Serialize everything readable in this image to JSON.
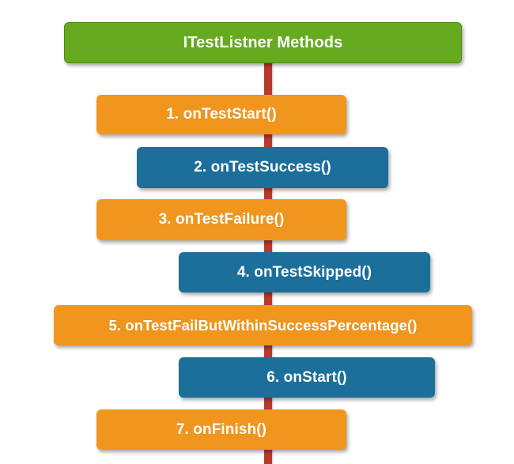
{
  "diagram": {
    "title": "ITestListner Methods",
    "methods": [
      {
        "label": "1. onTestStart()",
        "color": "#f0951e"
      },
      {
        "label": "2. onTestSuccess()",
        "color": "#1c6e9b"
      },
      {
        "label": "3. onTestFailure()",
        "color": "#f0951e"
      },
      {
        "label": "4. onTestSkipped()",
        "color": "#1c6e9b"
      },
      {
        "label": "5. onTestFailButWithinSuccessPercentage()",
        "color": "#f0951e"
      },
      {
        "label": "6. onStart()",
        "color": "#1c6e9b"
      },
      {
        "label": "7. onFinish()",
        "color": "#f0951e"
      }
    ],
    "colors": {
      "header": "#66ab1f",
      "spine": "#b83a2e",
      "orange": "#f0951e",
      "blue": "#1c6e9b"
    }
  }
}
